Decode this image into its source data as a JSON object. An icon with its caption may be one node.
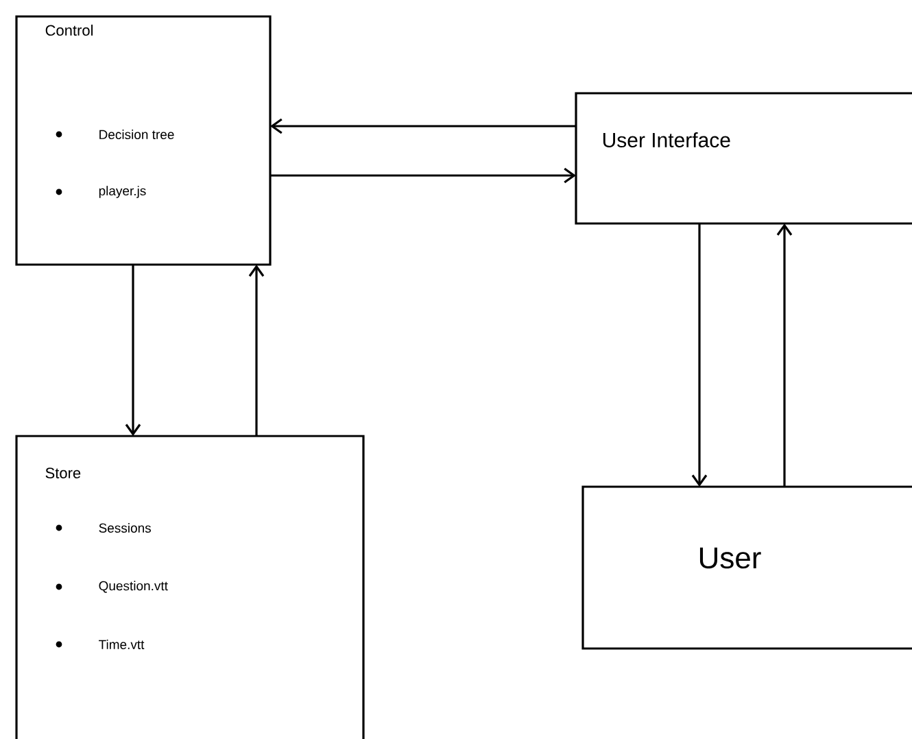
{
  "diagram": {
    "nodes": [
      {
        "text": [
          "Control",
          "Decision tree",
          "player.js"
        ]
      },
      {
        "text": [
          "User Interface"
        ]
      },
      {
        "text": [
          "Store",
          "Sessions",
          "Question.vtt",
          "Time.vtt"
        ]
      },
      {
        "text": [
          "User"
        ]
      }
    ],
    "edges": [
      {
        "from": 1,
        "to": 0,
        "arrow": "to"
      },
      {
        "from": 0,
        "to": 1,
        "arrow": "to"
      },
      {
        "from": 0,
        "to": 2,
        "arrow": "to"
      },
      {
        "from": 2,
        "to": 0,
        "arrow": "to"
      },
      {
        "from": 1,
        "to": 3,
        "arrow": "to"
      },
      {
        "from": 3,
        "to": 1,
        "arrow": "to"
      }
    ]
  }
}
